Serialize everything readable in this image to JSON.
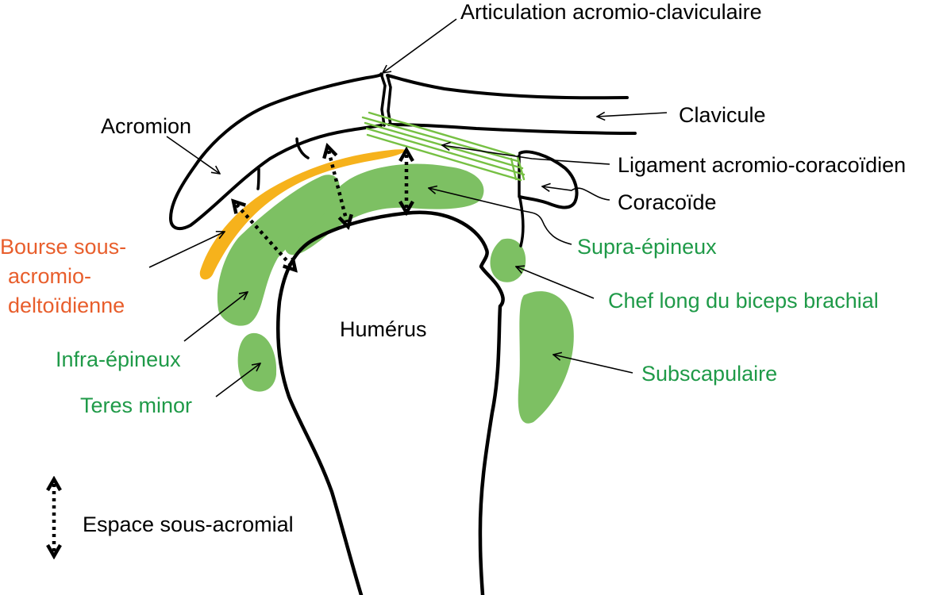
{
  "colors": {
    "black": "#000000",
    "green": "#7dc063",
    "green_text": "#1f9a48",
    "ligament": "#76c043",
    "bursa": "#f6b21c",
    "bursa_text": "#e85e2c",
    "background": "#ffffff"
  },
  "labels": {
    "articulation": "Articulation acromio-claviculaire",
    "clavicule": "Clavicule",
    "acromion": "Acromion",
    "ligament": "Ligament acromio-coracoïdien",
    "coracoide": "Coracoïde",
    "bourse_line1": "Bourse sous-",
    "bourse_line2": "acromio-",
    "bourse_line3": "deltoïdienne",
    "supra": "Supra-épineux",
    "biceps": "Chef long du biceps brachial",
    "infra": "Infra-épineux",
    "teres": "Teres minor",
    "subscap": "Subscapulaire",
    "humerus": "Humérus",
    "legend": "Espace sous-acromial"
  }
}
